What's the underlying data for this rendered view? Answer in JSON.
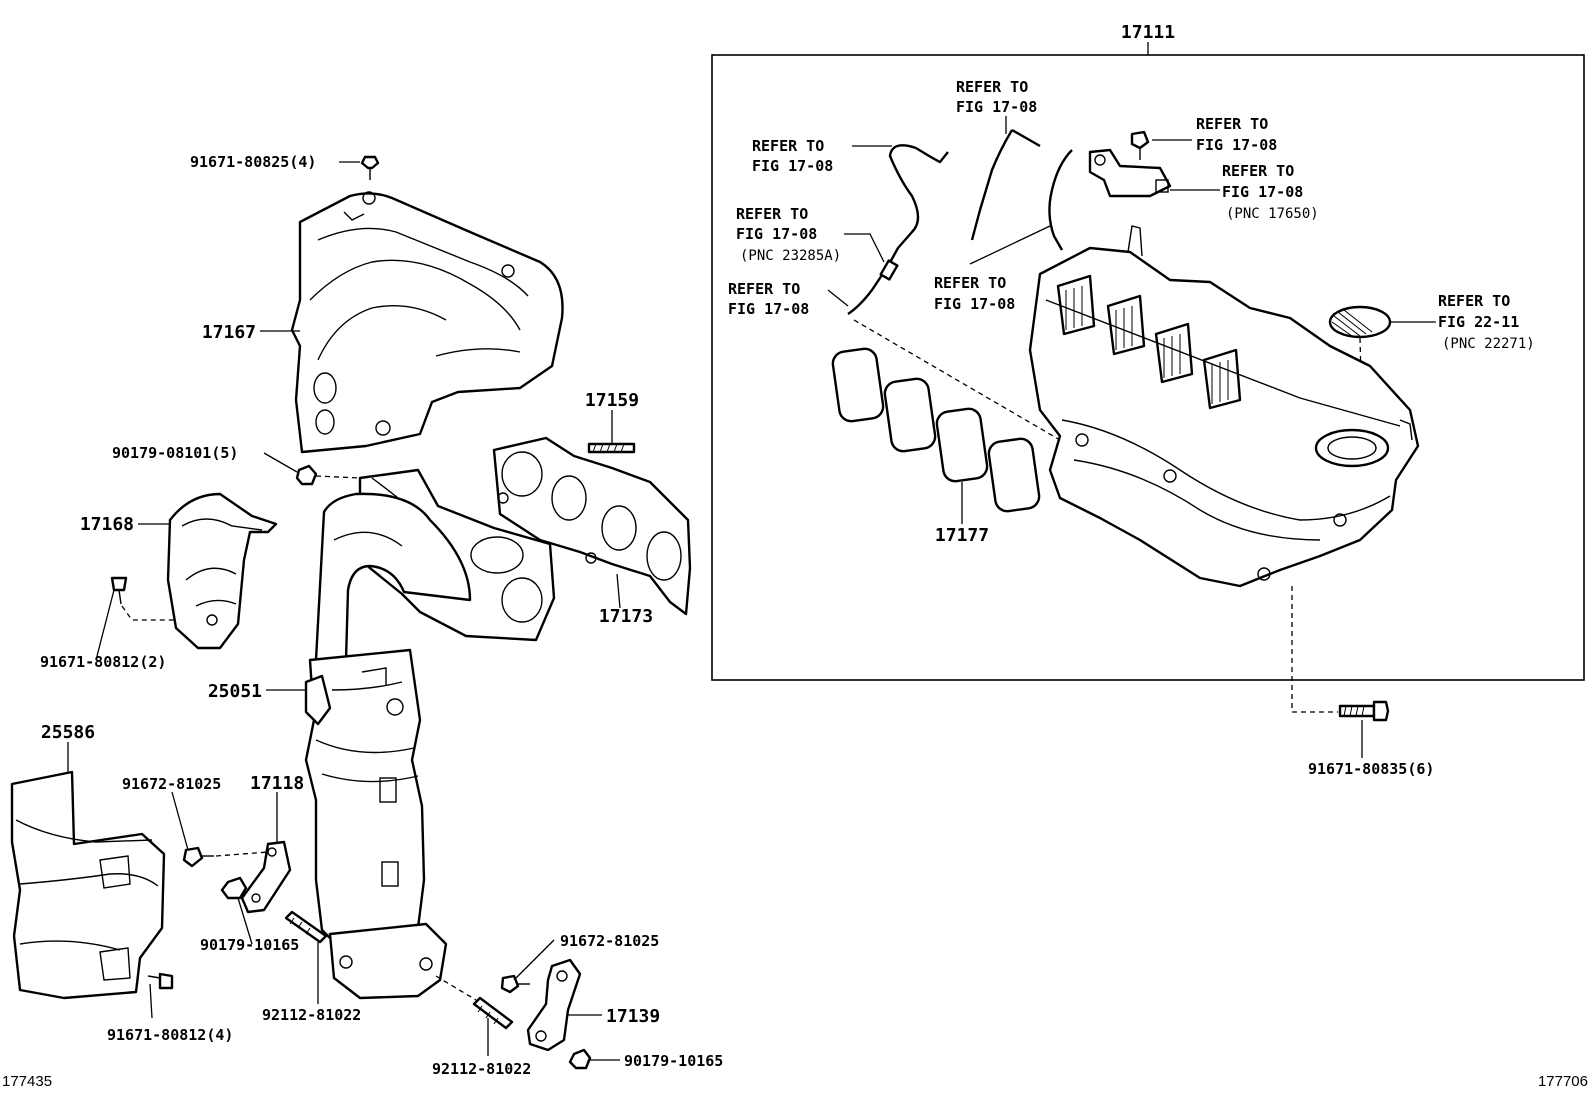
{
  "diagram": {
    "callouts": {
      "p17111": "17111",
      "p17167": "17167",
      "p17159": "17159",
      "p17168": "17168",
      "p17173": "17173",
      "p25051": "25051",
      "p25586": "25586",
      "p17118": "17118",
      "p17177": "17177",
      "p17139": "17139"
    },
    "fasteners": {
      "f_91671_80825": "91671-80825(4)",
      "f_90179_08101": "90179-08101(5)",
      "f_91671_80812_2": "91671-80812(2)",
      "f_91672_81025_a": "91672-81025",
      "f_90179_10165_a": "90179-10165",
      "f_92112_81022_a": "92112-81022",
      "f_91671_80812_4": "91671-80812(4)",
      "f_92112_81022_b": "92112-81022",
      "f_91672_81025_b": "91672-81025",
      "f_90179_10165_b": "90179-10165",
      "f_91671_80835": "91671-80835(6)"
    },
    "references": {
      "refer_to": "REFER TO",
      "fig_17_08": "FIG 17-08",
      "fig_22_11": "FIG 22-11",
      "pnc_23285a": "(PNC 23285A)",
      "pnc_17650": "(PNC 17650)",
      "pnc_22271": "(PNC 22271)"
    },
    "footer": {
      "left_id": "177435",
      "right_id": "177706"
    }
  }
}
